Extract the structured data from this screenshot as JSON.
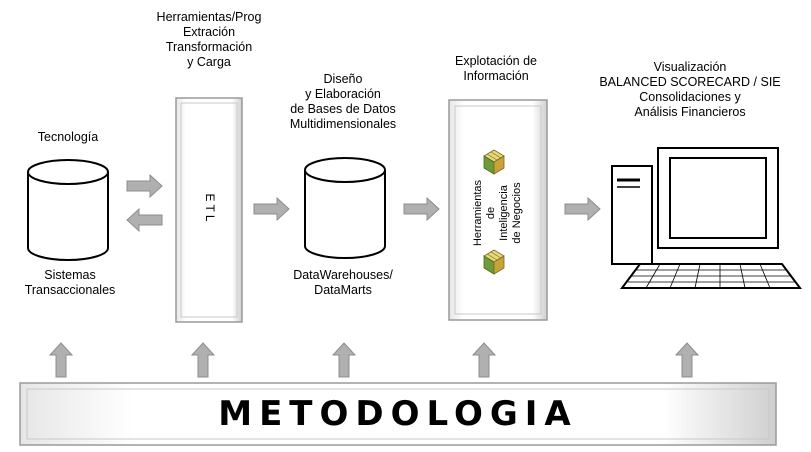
{
  "labels": {
    "tecnologia": "Tecnología",
    "sistemas": "Sistemas\nTransaccionales",
    "herramientas_etl": "Herramientas/Prog\nExtración\nTransformación\ny Carga",
    "etl": "ETL",
    "diseno": "Diseño\ny Elaboración\nde Bases de Datos\nMultidimensionales",
    "datawarehouse": "DataWarehouses/\nDataMarts",
    "explotacion": "Explotación de\nInformación",
    "herramientas_ind": "Herramientas\nde\nInteligencia\nde Negocios",
    "visualizacion": "Visualización\nBALANCED SCORECARD / SIE\nConsolidaciones y\nAnálisis Financieros",
    "metodologia": "METODOLOGIA"
  },
  "colors": {
    "arrow": "#b0b0b0",
    "panel_border": "#9a9a9a",
    "panel_fill": "#ffffff"
  }
}
